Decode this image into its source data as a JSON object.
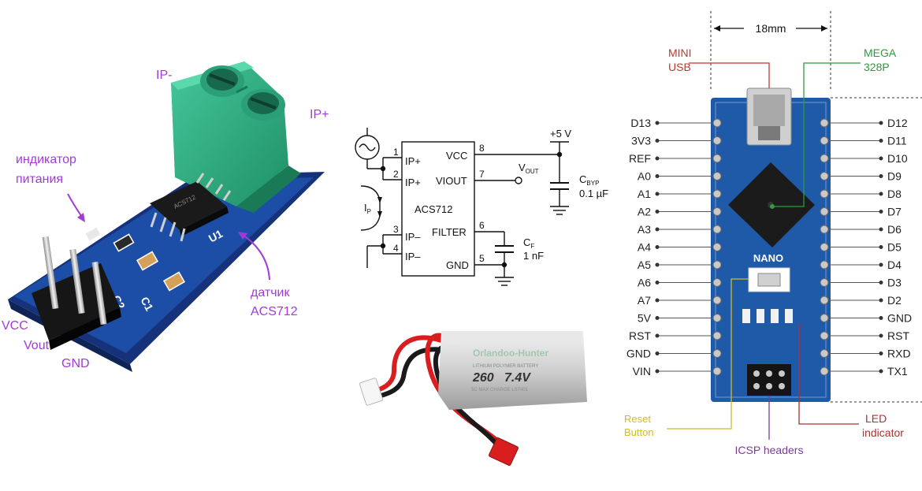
{
  "sensor_module": {
    "ip_minus": "IP-",
    "ip_plus": "IP+",
    "power_indicator_line1": "индикатор",
    "power_indicator_line2": "питания",
    "sensor_line1": "датчик",
    "sensor_line2": "ACS712",
    "pin_vcc": "VCC",
    "pin_vout": "Vout",
    "pin_gnd": "GND",
    "chip_marking": "ACS712",
    "silk_u1": "U1",
    "silk_c1": "C1",
    "silk_c2": "C2"
  },
  "schematic": {
    "supply": "+5 V",
    "chip_name": "ACS712",
    "pins_left": [
      {
        "num": "1",
        "name": "IP+"
      },
      {
        "num": "2",
        "name": "IP+"
      },
      {
        "num": "3",
        "name": "IP–"
      },
      {
        "num": "4",
        "name": "IP–"
      }
    ],
    "pins_right": [
      {
        "num": "8",
        "name": "VCC"
      },
      {
        "num": "7",
        "name": "VIOUT"
      },
      {
        "num": "6",
        "name": "FILTER"
      },
      {
        "num": "5",
        "name": "GND"
      }
    ],
    "vout": "V",
    "vout_sub": "OUT",
    "cbyp": "C",
    "cbyp_sub": "BYP",
    "cbyp_value": "0.1 µF",
    "cf": "C",
    "cf_sub": "F",
    "cf_value": "1 nF",
    "ip": "I",
    "ip_sub": "P"
  },
  "battery": {
    "brand": "Orlandoo-Hunter",
    "type": "LITHIUM POLYMER BATTERY",
    "capacity": "260",
    "voltage": "7.4V",
    "charge": "5C MAX CHARGE   LS7401"
  },
  "nano": {
    "width_label": "18mm",
    "mini_usb_line1": "MINI",
    "mini_usb_line2": "USB",
    "mega_line1": "MEGA",
    "mega_line2": "328P",
    "board_name": "NANO",
    "left_pins": [
      "D13",
      "3V3",
      "REF",
      "A0",
      "A1",
      "A2",
      "A3",
      "A4",
      "A5",
      "A6",
      "A7",
      "5V",
      "RST",
      "GND",
      "VIN"
    ],
    "right_pins": [
      "D12",
      "D11",
      "D10",
      "D9",
      "D8",
      "D7",
      "D6",
      "D5",
      "D4",
      "D3",
      "D2",
      "GND",
      "RST",
      "RXD",
      "TX1"
    ],
    "reset_line1": "Reset",
    "reset_line2": "Button",
    "icsp": "ICSP headers",
    "led_line1": "LED",
    "led_line2": "indicator",
    "colors": {
      "board": "#1f5aa8",
      "mini_usb": "#c0392b",
      "mega": "#2e9c3a",
      "reset": "#d4b92a",
      "icsp": "#7a3b9a",
      "led": "#b03030",
      "purple_annot": "#a23bd6"
    }
  }
}
